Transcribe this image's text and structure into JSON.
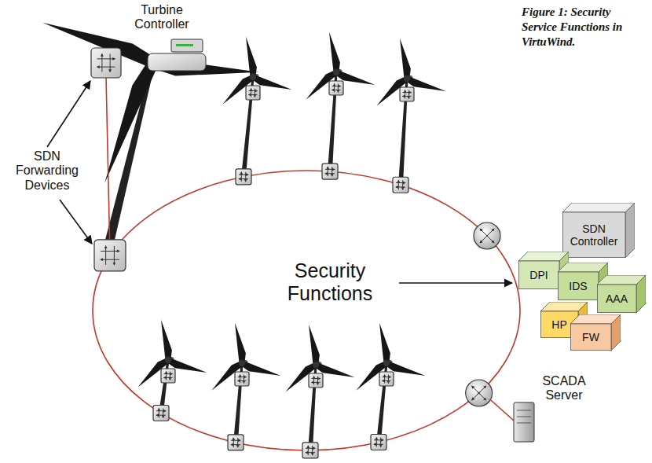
{
  "diagram": {
    "caption": "Figure 1: Security Service Functions in VirtuWind.",
    "nodes": [
      {
        "text": [
          "SDN Controller"
        ]
      },
      {
        "text": [
          "DPI"
        ]
      },
      {
        "text": [
          "IDS"
        ]
      },
      {
        "text": [
          "AAA"
        ]
      },
      {
        "text": [
          "HP"
        ]
      },
      {
        "text": [
          "FW"
        ]
      }
    ],
    "labels": [
      "Turbine Controller",
      "SDN Forwarding Devices",
      "Security Functions",
      "SCADA Server"
    ]
  }
}
